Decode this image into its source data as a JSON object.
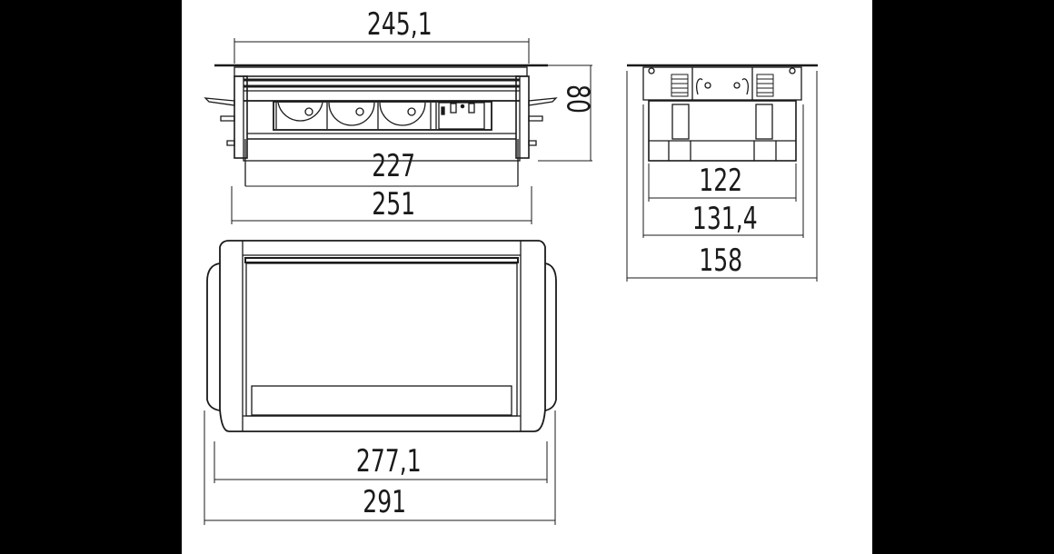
{
  "drawing": {
    "title": "Pop-up desk socket box dimension drawing",
    "units": "mm",
    "colors": {
      "line": "#1a1a1a",
      "background": "#ffffff",
      "outer": "#000000"
    },
    "views": {
      "front": {
        "dims": {
          "top_width": "245,1",
          "height": "80",
          "inner_width": "227",
          "outer_width": "251"
        },
        "sockets": [
          "socket-1",
          "socket-2",
          "socket-3"
        ],
        "extra_module": "usb-data-module"
      },
      "side": {
        "dims": {
          "body_depth": "122",
          "mid_depth": "131,4",
          "flange_depth": "158"
        }
      },
      "top": {
        "dims": {
          "frame_width": "277,1",
          "flange_width": "291"
        }
      }
    }
  }
}
